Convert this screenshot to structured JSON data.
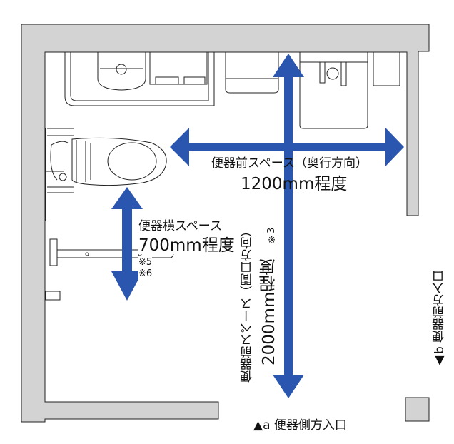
{
  "colors": {
    "arrow": "#2b56b0",
    "wall": "#d3d3d3",
    "line": "#222222"
  },
  "front_space_depth": {
    "label": "便器前スペース（奥行方向）",
    "value": "1200mm程度"
  },
  "side_space": {
    "label": "便器横スペース",
    "value": "700mm程度",
    "notes": [
      "※5",
      "※6"
    ]
  },
  "front_space_width": {
    "label": "便器前スペース（間口方向）",
    "value": "2000mm程度",
    "note": "※3"
  },
  "entrance_a": "▲a 便器側方入口",
  "entrance_b": "▲b 便器前方入口"
}
